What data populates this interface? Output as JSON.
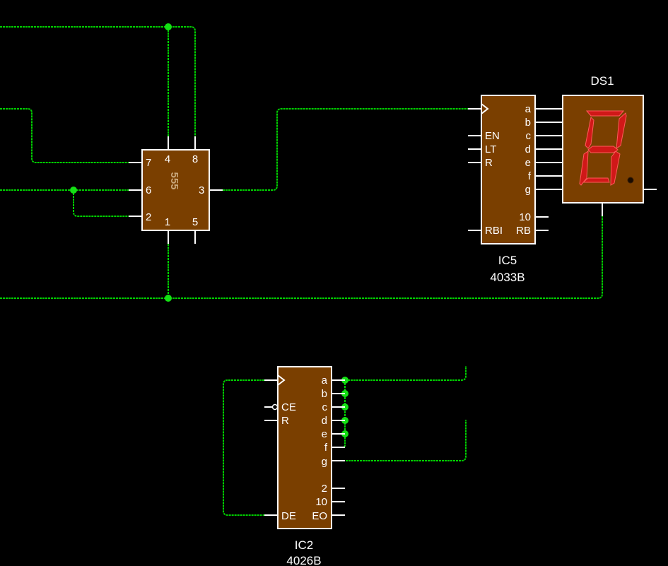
{
  "components": {
    "timer": {
      "chip_text": "555",
      "pins": {
        "p7": "7",
        "p4": "4",
        "p8": "8",
        "p6": "6",
        "p3": "3",
        "p2": "2",
        "p1": "1",
        "p5": "5"
      }
    },
    "ic5": {
      "ref": "IC5",
      "part": "4033B",
      "pins": {
        "a": "a",
        "b": "b",
        "c": "c",
        "d": "d",
        "e": "e",
        "f": "f",
        "g": "g",
        "en": "EN",
        "lt": "LT",
        "r": "R",
        "p10": "10",
        "rbi": "RBI",
        "rb": "RB"
      }
    },
    "ds1": {
      "ref": "DS1",
      "lit_color": "#d01818",
      "lit_segments": [
        "a",
        "b",
        "c",
        "d",
        "e",
        "f",
        "g"
      ],
      "decimal_point_lit": false
    },
    "ic2": {
      "ref": "IC2",
      "part": "4026B",
      "pins": {
        "a": "a",
        "b": "b",
        "c": "c",
        "d": "d",
        "e": "e",
        "f": "f",
        "g": "g",
        "ce": "CE",
        "r": "R",
        "p2": "2",
        "p10": "10",
        "de": "DE",
        "eo": "EO"
      }
    }
  },
  "colors": {
    "background": "#000000",
    "wire": "#00d000",
    "junction": "#14e014",
    "chip_body": "#7a3f00",
    "outline": "#ffffff"
  }
}
